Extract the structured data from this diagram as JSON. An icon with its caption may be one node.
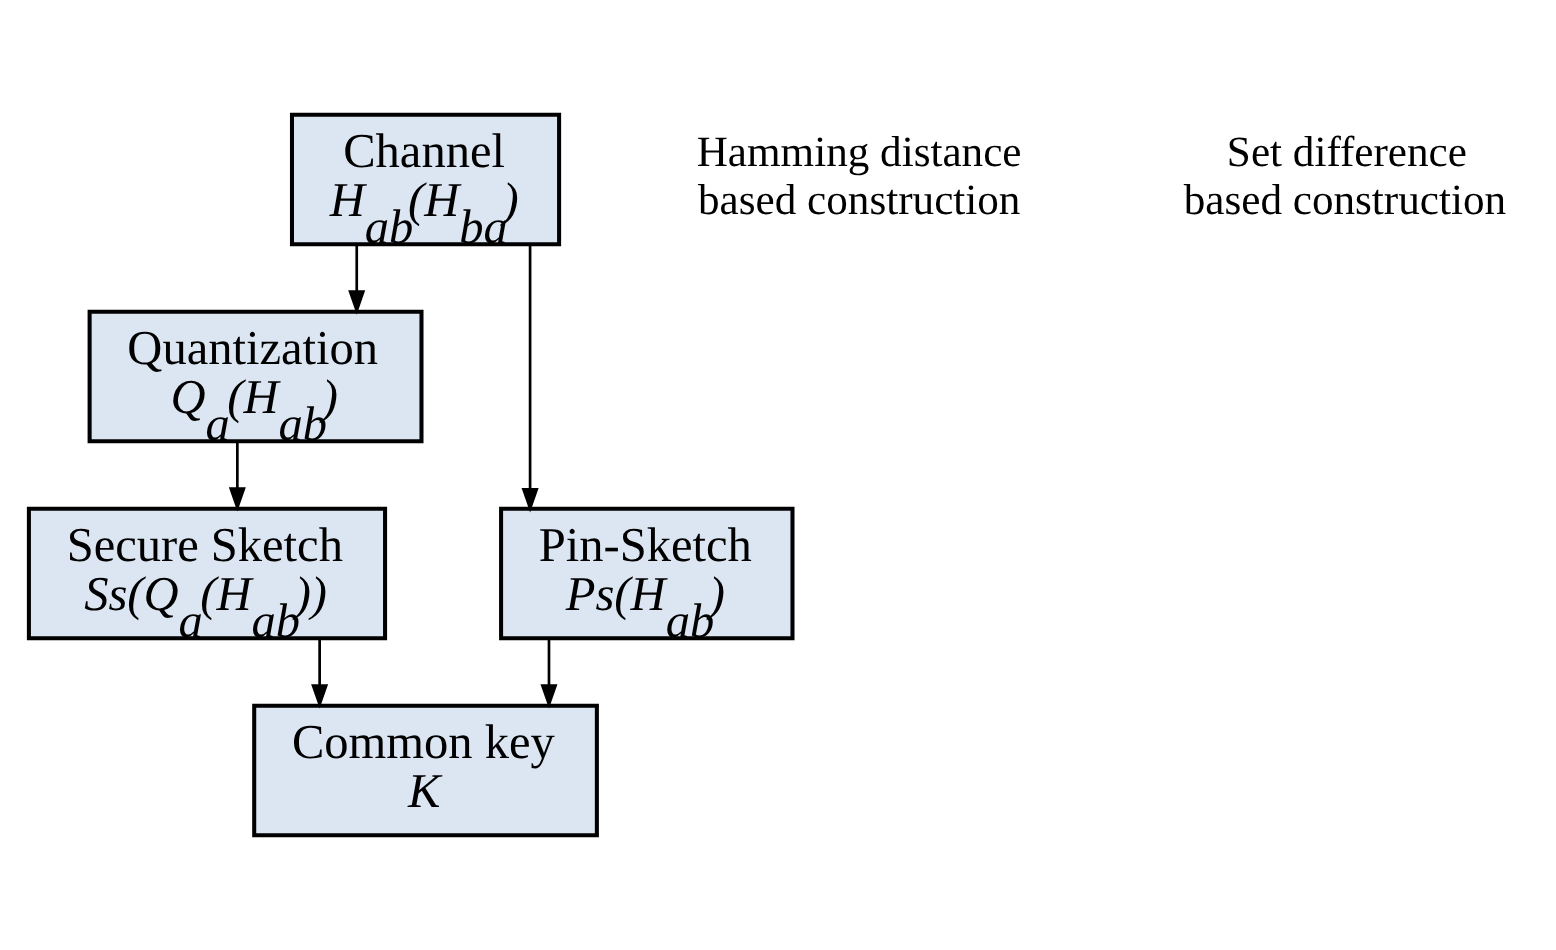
{
  "diagram": {
    "nodes": [
      {
        "text": [
          "Channel",
          "H$_{ab}$(H$_{ba}$)"
        ]
      },
      {
        "text": [
          "Quantization",
          "Q$_{a}$(H$_{ab}$)"
        ]
      },
      {
        "text": [
          "Pin-Sketch",
          "Ps(H$_{ab}$)"
        ]
      },
      {
        "text": [
          "Secure Sketch",
          "Ss(Q$_{a}$(H$_{ab}$))"
        ]
      },
      {
        "text": [
          "Common key",
          "K"
        ]
      }
    ],
    "edges": [
      {
        "from": 0,
        "to": 1,
        "arrow": "to"
      },
      {
        "from": 0,
        "to": 2,
        "arrow": "to"
      },
      {
        "from": 1,
        "to": 3,
        "arrow": "to"
      },
      {
        "from": 3,
        "to": 4,
        "arrow": "to"
      },
      {
        "from": 2,
        "to": 4,
        "arrow": "to"
      }
    ],
    "labels": [
      "Hamming distance based construction",
      "Set difference based construction"
    ]
  }
}
